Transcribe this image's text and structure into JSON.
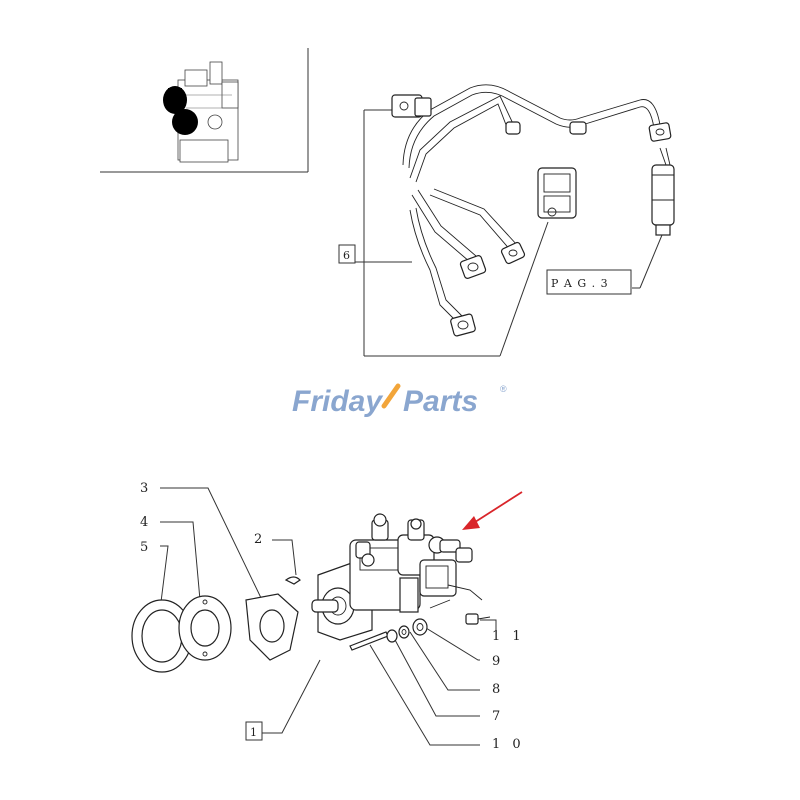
{
  "callouts": {
    "c1": "1",
    "c2": "2",
    "c3": "3",
    "c4": "4",
    "c5": "5",
    "c6": "6",
    "c7": "7",
    "c8": "8",
    "c9": "9",
    "c10": "1 0",
    "c11": "1 1",
    "page_ref": "P A G .   3"
  },
  "watermark": {
    "text_part1": "Friday",
    "text_part2": "Parts",
    "registered": "®",
    "color_blue": "#8aa6cf",
    "color_orange": "#f2a53a"
  },
  "arrow_color": "#d9252a"
}
